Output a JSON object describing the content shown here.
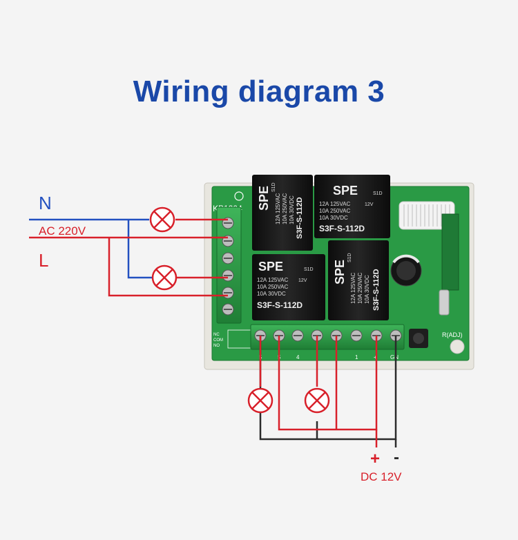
{
  "title": "Wiring diagram 3",
  "labels": {
    "neutral": "N",
    "live": "L",
    "ac_voltage": "AC 220V",
    "dc_plus": "+",
    "dc_minus": "-",
    "dc_voltage": "DC 12V"
  },
  "board": {
    "model": "KP1204",
    "relay_brand": "SPE",
    "relay_model": "S3F-S-112D",
    "relay_rating_1": "12A 125VAC",
    "relay_rating_2": "10A 250VAC",
    "relay_rating_3": "10A 30VDC",
    "relay_code": "S1D",
    "relay_coil": "12V",
    "learn_button": "R(ADJ)",
    "side_table": [
      "NC",
      "COM",
      "NO"
    ],
    "bottom_pin_labels": [
      "5",
      "5",
      "4",
      "1",
      "+",
      "GN"
    ]
  },
  "colors": {
    "title": "#1a48a8",
    "neutral_wire": "#2250c0",
    "live_wire": "#d8202a",
    "dc_negative_wire": "#2a2a2a",
    "pcb": "#2a9a45",
    "relay": "#181818",
    "lamp": "#d8202a",
    "background": "#f4f4f4"
  }
}
